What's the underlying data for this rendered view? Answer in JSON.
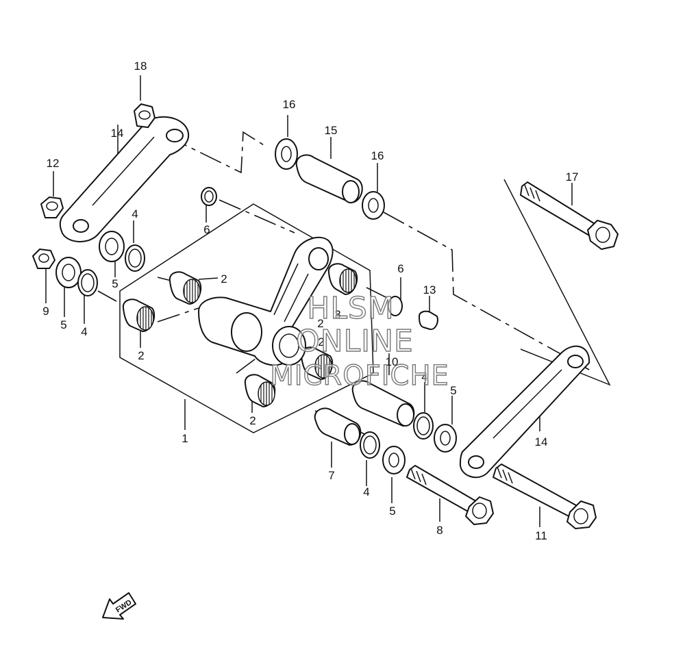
{
  "callouts": [
    "1",
    "2",
    "2",
    "2",
    "2",
    "2",
    "3",
    "4",
    "4",
    "4",
    "4",
    "5",
    "5",
    "5",
    "5",
    "6",
    "6",
    "7",
    "8",
    "9",
    "10",
    "11",
    "12",
    "13",
    "14",
    "14",
    "15",
    "16",
    "16",
    "17",
    "18"
  ],
  "watermark": {
    "line1": "HLSM",
    "line2": "ONLINE",
    "line3": "MICROFICHE"
  },
  "direction_arrow": {
    "label": "FWD"
  }
}
